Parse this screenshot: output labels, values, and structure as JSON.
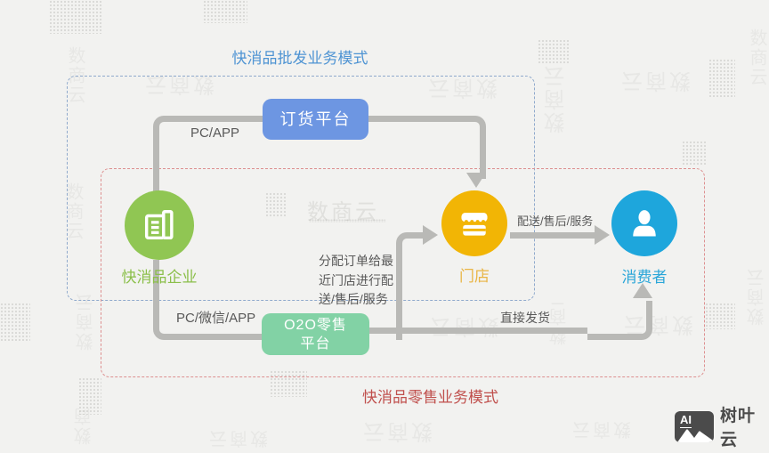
{
  "diagram_title_wholesale": "快消品批发业务模式",
  "diagram_title_retail": "快消品零售业务模式",
  "nodes": {
    "enterprise": {
      "label": "快消品企业"
    },
    "store": {
      "label": "门店"
    },
    "consumer": {
      "label": "消费者"
    }
  },
  "platforms": {
    "ordering": {
      "label": "订货平台"
    },
    "o2o": {
      "line1": "O2O零售",
      "line2": "平台"
    }
  },
  "edge_labels": {
    "pc_app": "PC/APP",
    "pc_wechat_app": "PC/微信/APP",
    "delivery_service": "配送/售后/服务",
    "direct_ship": "直接发货",
    "assign_order": [
      "分配订单给最",
      "近门店进行配",
      "送/售后/服务"
    ]
  },
  "watermark": {
    "text": "数商云"
  },
  "logo": {
    "ai": "AI",
    "brand": "树叶云"
  },
  "colors": {
    "background": "#f2f2f0",
    "wholesale_title": "#4f94d3",
    "wholesale_border": "#8fa9cc",
    "retail_title": "#c0504d",
    "retail_border": "#dd9090",
    "ordering_platform": "#6d96e2",
    "o2o_platform": "#82d2a5",
    "enterprise_circle": "#90c653",
    "store_circle": "#f2b505",
    "consumer_circle": "#1ea6dc",
    "connector_gray": "#b9b9b6",
    "edge_label_text": "#595959",
    "brand_dark": "#4b4b4b"
  }
}
